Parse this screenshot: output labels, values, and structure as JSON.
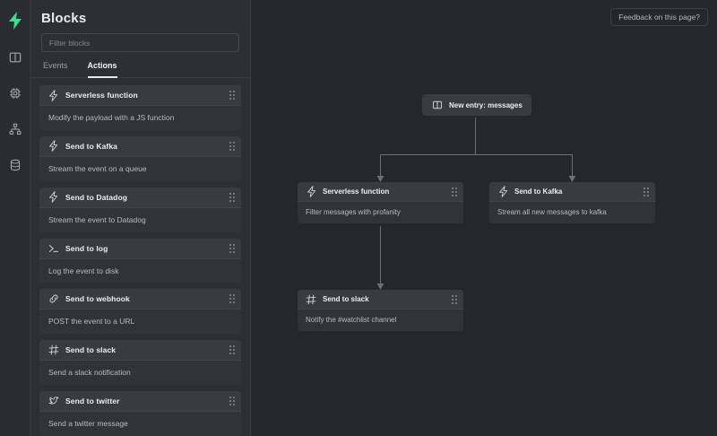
{
  "rail": {
    "logo": {
      "name": "lightning-bolt-logo",
      "color": "#3ddc91"
    },
    "items": [
      {
        "icon": "panel-layout-icon"
      },
      {
        "icon": "cpu-chip-icon"
      },
      {
        "icon": "sitemap-icon"
      },
      {
        "icon": "database-icon"
      }
    ]
  },
  "panel": {
    "title": "Blocks",
    "filter": {
      "placeholder": "Filter blocks",
      "value": ""
    },
    "tabs": [
      {
        "label": "Events",
        "active": false
      },
      {
        "label": "Actions",
        "active": true
      }
    ],
    "blocks": [
      {
        "icon": "lightning-bolt-icon",
        "title": "Serverless function",
        "desc": "Modify the payload with a JS function"
      },
      {
        "icon": "lightning-bolt-icon",
        "title": "Send to Kafka",
        "desc": "Stream the event on a queue"
      },
      {
        "icon": "lightning-bolt-icon",
        "title": "Send to Datadog",
        "desc": "Stream the event to Datadog"
      },
      {
        "icon": "terminal-icon",
        "title": "Send to log",
        "desc": "Log the event to disk"
      },
      {
        "icon": "link-icon",
        "title": "Send to webhook",
        "desc": "POST the event to a URL"
      },
      {
        "icon": "slack-icon",
        "title": "Send to slack",
        "desc": "Send a slack notification"
      },
      {
        "icon": "twitter-icon",
        "title": "Send to twitter",
        "desc": "Send a twitter message"
      }
    ]
  },
  "canvas": {
    "feedback_label": "Feedback on this page?",
    "nodes": {
      "root": {
        "icon": "table-columns-icon",
        "title": "New entry: messages"
      },
      "serverless": {
        "icon": "lightning-bolt-icon",
        "title": "Serverless function",
        "desc": "Filter messages with profanity"
      },
      "kafka": {
        "icon": "lightning-bolt-icon",
        "title": "Send to Kafka",
        "desc": "Stream all new messages to kafka"
      },
      "slack": {
        "icon": "slack-icon",
        "title": "Send to slack",
        "desc": "Notify the #watchlist channel"
      }
    }
  },
  "colors": {
    "canvas_bg": "#26272c",
    "panel_bg": "#2e2f34",
    "rail_bg": "#2b2c31",
    "card_body": "#323338",
    "card_head": "#3a3b41",
    "accent": "#3ddc91",
    "edge": "#6e7077"
  }
}
